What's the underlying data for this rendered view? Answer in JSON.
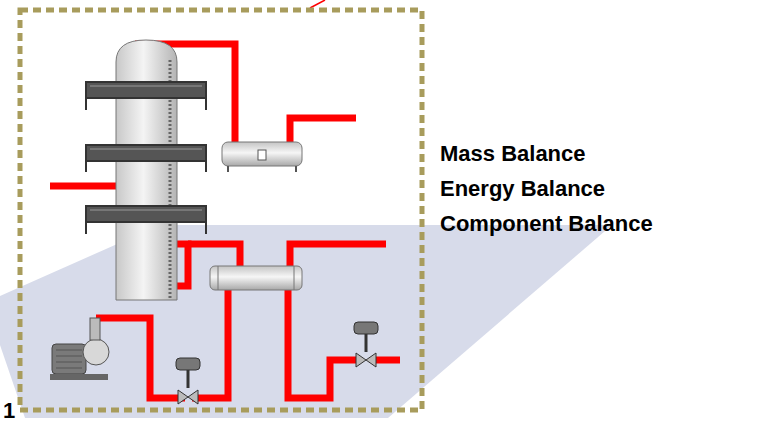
{
  "diagram": {
    "labels": [
      "Mass Balance",
      "Energy Balance",
      "Component Balance",
      "1"
    ]
  }
}
